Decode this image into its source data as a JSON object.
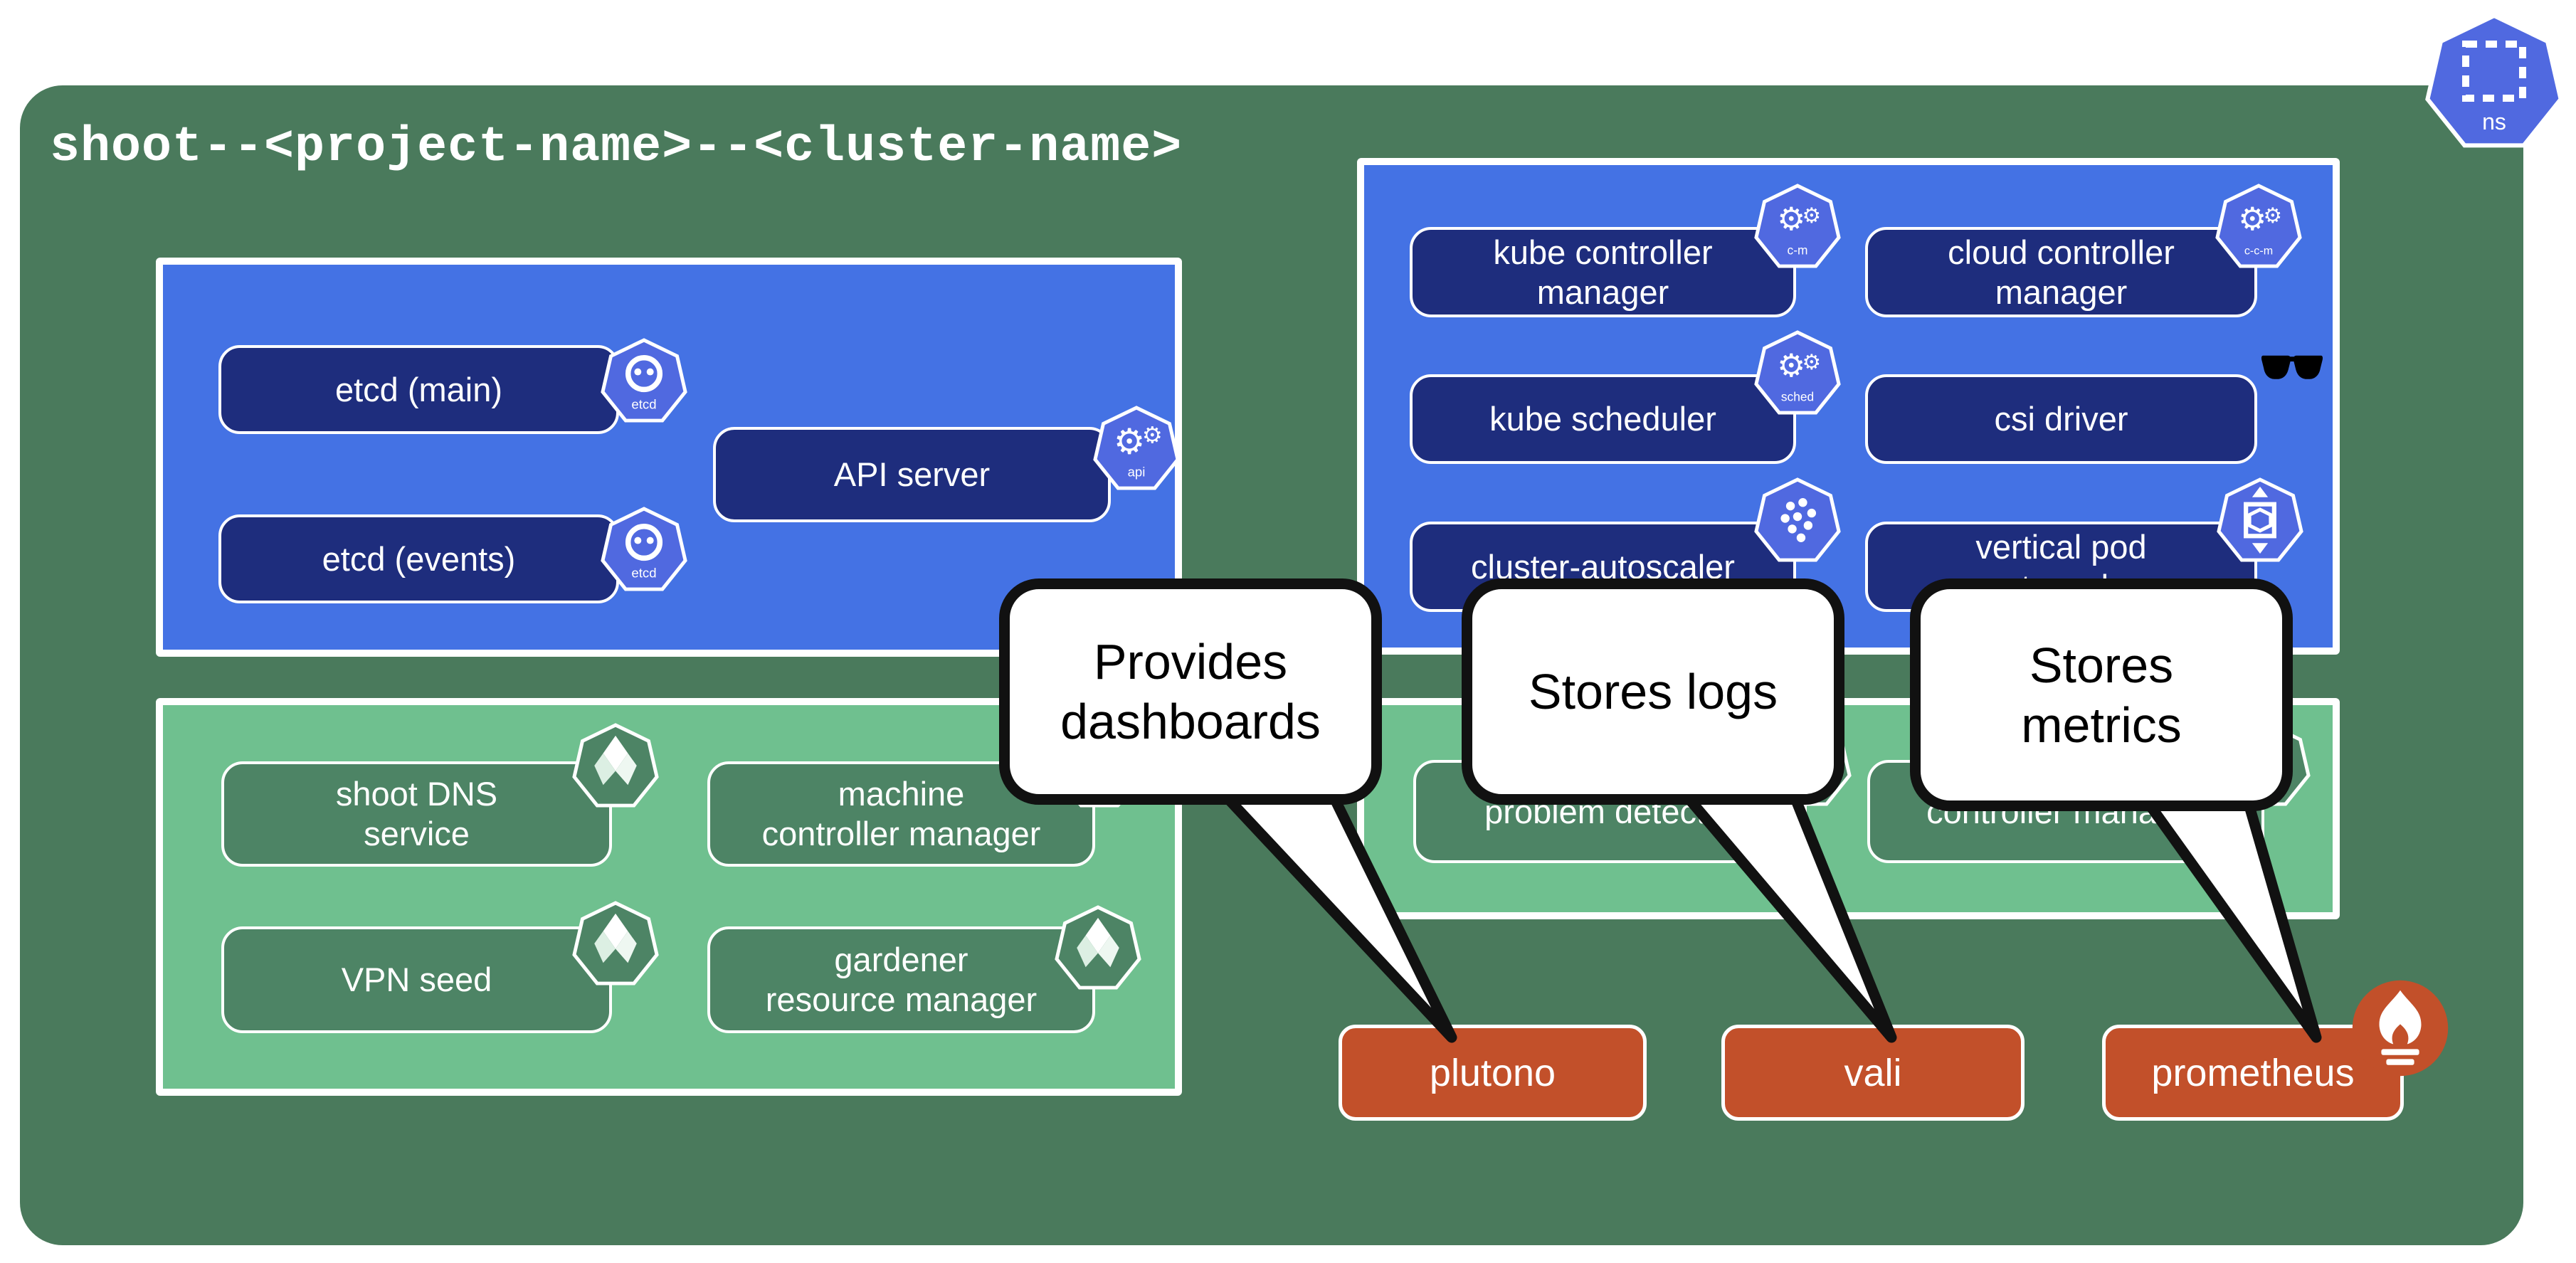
{
  "title": "shoot--<project-name>--<cluster-name>",
  "namespace_icon": {
    "label": "ns"
  },
  "colors": {
    "outer_bg": "#4A7A5C",
    "panel_blue": "#4472E4",
    "node_navy": "#1E2D7D",
    "panel_green": "#6FC08F",
    "node_green": "#4D8465",
    "service_orange": "#C2502A",
    "icon_blue": "#5069E0",
    "bubble_border": "#111111"
  },
  "panels": {
    "blue_left": {
      "boxes": [
        {
          "label": "etcd (main)",
          "icon": "etcd",
          "icon_label": "etcd"
        },
        {
          "label": "API server",
          "icon": "api",
          "icon_label": "api"
        },
        {
          "label": "etcd (events)",
          "icon": "etcd",
          "icon_label": "etcd"
        }
      ]
    },
    "blue_right": {
      "boxes": [
        {
          "line1": "kube controller",
          "line2": "manager",
          "icon": "kube-controller-manager",
          "icon_label": "c-m"
        },
        {
          "line1": "cloud controller",
          "line2": "manager",
          "icon": "cloud-controller-manager",
          "icon_label": "c-c-m"
        },
        {
          "label": "kube scheduler",
          "icon": "kube-scheduler",
          "icon_label": "sched"
        },
        {
          "label": "csi driver",
          "icon": "sunglasses",
          "icon_label": ""
        },
        {
          "label": "cluster-autoscaler",
          "icon": "cluster-autoscaler",
          "icon_label": ""
        },
        {
          "line1": "vertical pod",
          "line2": "autoscaler",
          "icon": "vertical-pod-autoscaler",
          "icon_label": ""
        }
      ]
    },
    "green_left": {
      "boxes": [
        {
          "line1": "shoot DNS",
          "line2": "service",
          "icon": "gardener"
        },
        {
          "line1": "machine",
          "line2": "controller manager",
          "icon": "gardener"
        },
        {
          "label": "VPN seed",
          "icon": "gardener"
        },
        {
          "line1": "gardener",
          "line2": "resource manager",
          "icon": "gardener"
        }
      ]
    },
    "green_right": {
      "boxes": [
        {
          "label": "problem detector",
          "icon": "gardener"
        },
        {
          "label": "controller manager",
          "icon": "gardener"
        }
      ]
    }
  },
  "callouts": [
    {
      "line1": "Provides",
      "line2": "dashboards",
      "target": "plutono"
    },
    {
      "line1": "Stores logs",
      "line2": "",
      "target": "vali"
    },
    {
      "line1": "Stores",
      "line2": "metrics",
      "target": "prometheus"
    }
  ],
  "services": [
    {
      "label": "plutono"
    },
    {
      "label": "vali"
    },
    {
      "label": "prometheus",
      "badge": "prometheus-flame"
    }
  ]
}
